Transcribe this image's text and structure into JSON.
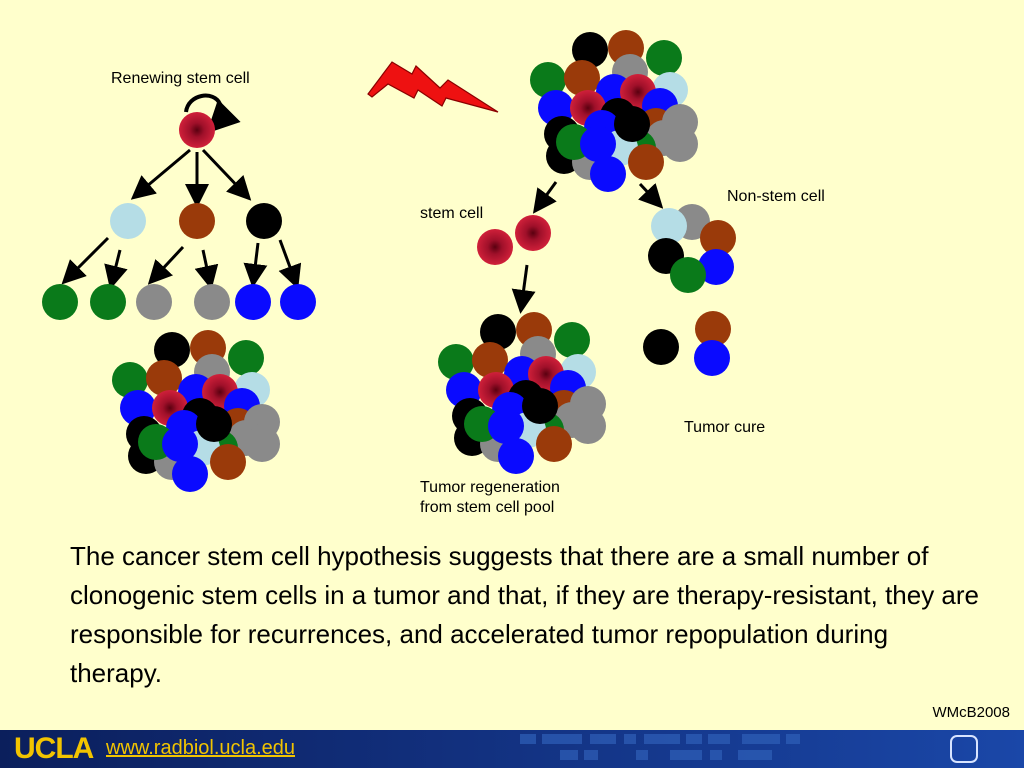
{
  "labels": {
    "renewing_stem_cell": "Renewing stem cell",
    "stem_cell": "stem cell",
    "non_stem_cell": "Non-stem cell",
    "tumor_regeneration_line1": "Tumor regeneration",
    "tumor_regeneration_line2": "from stem cell pool",
    "tumor_cure": "Tumor cure"
  },
  "caption": "The cancer stem cell hypothesis suggests that there are a small number of clonogenic stem cells in a tumor and that, if they are therapy-resistant, they are responsible for recurrences, and accelerated tumor repopulation during therapy.",
  "credit": "WMcB2008",
  "footer": {
    "logo_text": "UCLA",
    "url": "www.radbiol.ucla.edu"
  },
  "colors": {
    "background": "#ffffcc",
    "stem_cell": "#c8102e",
    "green": "#0a7a1a",
    "brown": "#9a3a0a",
    "black": "#000000",
    "blue": "#0a0aff",
    "gray": "#8a8a8a",
    "light_blue": "#b5dde6",
    "lightning": "#ee1111",
    "footer_text": "#f2c400"
  },
  "icons": [
    "lightning-bolt-icon",
    "self-renewal-arrow-icon",
    "nav-button-icon"
  ]
}
